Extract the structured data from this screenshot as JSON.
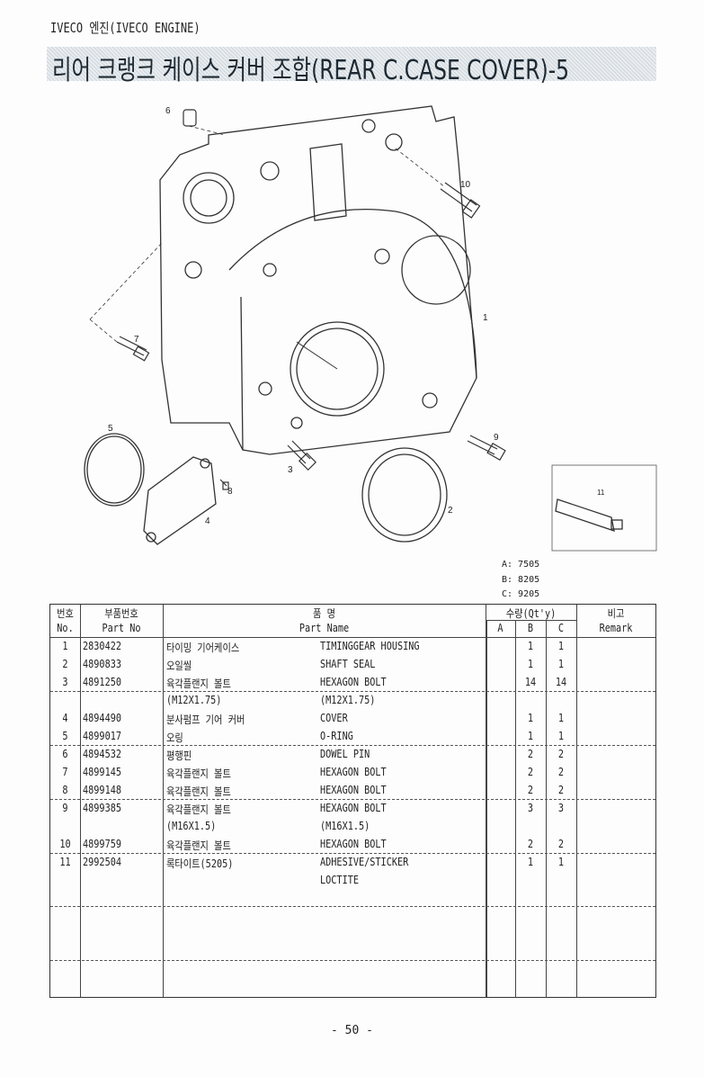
{
  "header": "IVECO 엔진(IVECO ENGINE)",
  "title": "리어 크랭크 케이스 커버 조합(REAR C.CASE COVER)-5",
  "diagram": {
    "callouts": [
      "1",
      "2",
      "3",
      "4",
      "5",
      "6",
      "7",
      "8",
      "9",
      "10",
      "11"
    ]
  },
  "legend": [
    "A: 7505",
    "B: 8205",
    "C: 9205"
  ],
  "table": {
    "headers": {
      "no_kr": "번호",
      "no_en": "No.",
      "partno_kr": "부품번호",
      "partno_en": "Part No",
      "name_kr": "품 명",
      "name_en": "Part Name",
      "qty": "수량(Qt'y)",
      "a": "A",
      "b": "B",
      "c": "C",
      "remark_kr": "비고",
      "remark_en": "Remark"
    },
    "rows": [
      {
        "no": "1",
        "part_no": "2830422",
        "name_kr": "타이밍 기어케이스",
        "name_en": "TIMINGGEAR HOUSING",
        "a": "",
        "b": "1",
        "c": "1"
      },
      {
        "no": "2",
        "part_no": "4890833",
        "name_kr": "오일씰",
        "name_en": "SHAFT SEAL",
        "a": "",
        "b": "1",
        "c": "1"
      },
      {
        "no": "3",
        "part_no": "4891250",
        "name_kr": "육각플랜지 볼트",
        "name_en": "HEXAGON BOLT",
        "a": "",
        "b": "14",
        "c": "14",
        "dash": true
      },
      {
        "no": "",
        "part_no": "",
        "name_kr": "(M12X1.75)",
        "name_en": "(M12X1.75)",
        "a": "",
        "b": "",
        "c": ""
      },
      {
        "no": "4",
        "part_no": "4894490",
        "name_kr": "분사펌프 기어 커버",
        "name_en": "COVER",
        "a": "",
        "b": "1",
        "c": "1"
      },
      {
        "no": "5",
        "part_no": "4899017",
        "name_kr": "오링",
        "name_en": "O-RING",
        "a": "",
        "b": "1",
        "c": "1",
        "dash": true
      },
      {
        "no": "6",
        "part_no": "4894532",
        "name_kr": "평행핀",
        "name_en": "DOWEL PIN",
        "a": "",
        "b": "2",
        "c": "2"
      },
      {
        "no": "7",
        "part_no": "4899145",
        "name_kr": "육각플랜지 볼트",
        "name_en": "HEXAGON BOLT",
        "a": "",
        "b": "2",
        "c": "2"
      },
      {
        "no": "8",
        "part_no": "4899148",
        "name_kr": "육각플랜지 볼트",
        "name_en": "HEXAGON BOLT",
        "a": "",
        "b": "2",
        "c": "2",
        "dash": true
      },
      {
        "no": "9",
        "part_no": "4899385",
        "name_kr": "육각플랜지 볼트",
        "name_en": "HEXAGON BOLT",
        "a": "",
        "b": "3",
        "c": "3"
      },
      {
        "no": "",
        "part_no": "",
        "name_kr": "(M16X1.5)",
        "name_en": "(M16X1.5)",
        "a": "",
        "b": "",
        "c": ""
      },
      {
        "no": "10",
        "part_no": "4899759",
        "name_kr": "육각플랜지 볼트",
        "name_en": "HEXAGON BOLT",
        "a": "",
        "b": "2",
        "c": "2",
        "dash": true
      },
      {
        "no": "11",
        "part_no": "2992504",
        "name_kr": "록타이트(5205)",
        "name_en": "ADHESIVE/STICKER",
        "a": "",
        "b": "1",
        "c": "1"
      },
      {
        "no": "",
        "part_no": "",
        "name_kr": "",
        "name_en": "LOCTITE",
        "a": "",
        "b": "",
        "c": ""
      }
    ]
  },
  "page_number": "- 50 -"
}
